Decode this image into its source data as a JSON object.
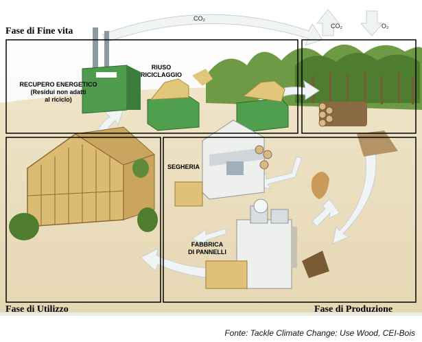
{
  "phases": {
    "end_of_life": "Fase di Fine vita",
    "use": "Fase di Utilizzo",
    "production": "Fase di Produzione"
  },
  "labels": {
    "energy_recovery_line1": "RECUPERO ENERGETICO",
    "energy_recovery_line2": "(Residui non adatti",
    "energy_recovery_line3": "al riciclo)",
    "reuse_line1": "RIUSO",
    "reuse_line2": "RICICLAGGIO",
    "sawmill": "SEGHERIA",
    "panel_factory_line1": "FABBRICA",
    "panel_factory_line2": "DI PANNELLI"
  },
  "gases": {
    "top_arrow": "CO₂",
    "out_arrow": "CO₂",
    "in_arrow": "O₂"
  },
  "source": "Fonte: Tackle Climate Change: Use Wood, CEI-Bois",
  "colors": {
    "sky": "#e8f1ec",
    "forest": "#5e8a3a",
    "ground": "#e9dcc0",
    "arrow": "#eef2f4",
    "frame": "#000000",
    "container_green": "#4a9a4a",
    "timber": "#e0c074"
  }
}
